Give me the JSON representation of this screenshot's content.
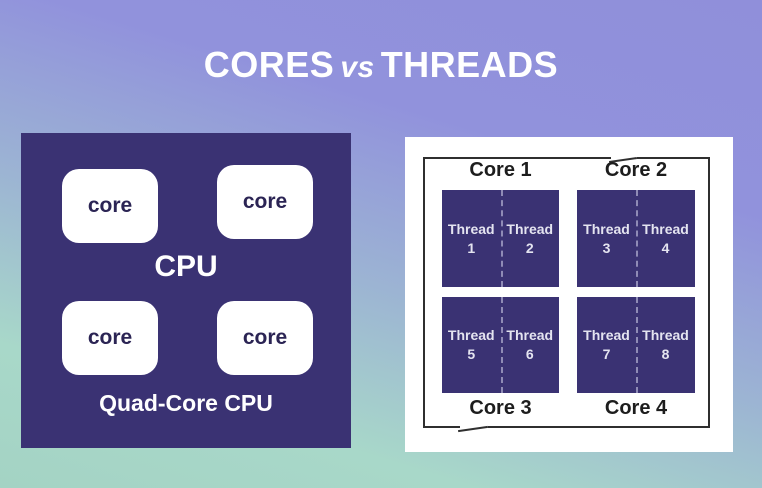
{
  "title": {
    "word1": "CORES",
    "word2": "vs",
    "word3": "THREADS"
  },
  "left_panel": {
    "core_labels": [
      "core",
      "core",
      "core",
      "core"
    ],
    "cpu_label": "CPU",
    "caption": "Quad-Core CPU"
  },
  "right_panel": {
    "cores": [
      {
        "label": "Core 1",
        "threads": [
          {
            "word": "Thread",
            "num": "1"
          },
          {
            "word": "Thread",
            "num": "2"
          }
        ]
      },
      {
        "label": "Core 2",
        "threads": [
          {
            "word": "Thread",
            "num": "3"
          },
          {
            "word": "Thread",
            "num": "4"
          }
        ]
      },
      {
        "label": "Core 3",
        "threads": [
          {
            "word": "Thread",
            "num": "5"
          },
          {
            "word": "Thread",
            "num": "6"
          }
        ]
      },
      {
        "label": "Core 4",
        "threads": [
          {
            "word": "Thread",
            "num": "7"
          },
          {
            "word": "Thread",
            "num": "8"
          }
        ]
      }
    ]
  },
  "colors": {
    "background_top": "#918fda",
    "background_bottom": "#a8d8c9",
    "panel_indigo": "#3a3273",
    "chip_text": "#2b2454",
    "frame_border": "#2f2f2f",
    "thread_text": "#e4e4f0",
    "title_text": "#ffffff"
  }
}
